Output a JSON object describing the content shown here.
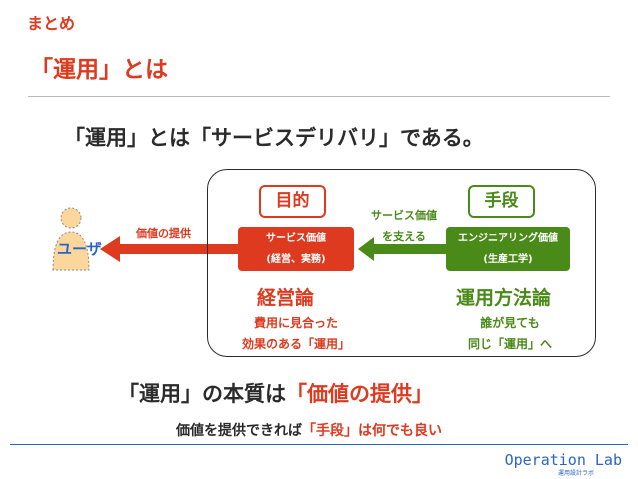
{
  "header": {
    "section": "まとめ",
    "title": "「運用」とは"
  },
  "headline": "「運用」とは「サービスデリバリ」である。",
  "diagram": {
    "purpose_tag": "目的",
    "means_tag": "手段",
    "service_value": {
      "line1": "サービス価値",
      "line2": "(経営、実務)"
    },
    "engineering_value": {
      "line1": "エンジニアリング価値",
      "line2": "(生産工学)"
    },
    "support_label": {
      "line1": "サービス価値",
      "line2": "を支える"
    },
    "provide_label": "価値の提供",
    "user_label": "ユーザ",
    "business": {
      "title": "経営論",
      "line1": "費用に見合った",
      "line2": "効果のある「運用」"
    },
    "methodology": {
      "title": "運用方法論",
      "line1": "誰が見ても",
      "line2": "同じ「運用」へ"
    }
  },
  "conclusion": {
    "part1": "「運用」の本質は",
    "part2": "「価値の提供」"
  },
  "sub_conclusion": {
    "part1": "価値を提供できれば",
    "part2": "「手段」は何でも良い"
  },
  "footer": {
    "brand": "Operation Lab",
    "brand_sub": "運用設計ラボ"
  },
  "colors": {
    "accent_red": "#dd3a1f",
    "accent_green": "#4a8a18",
    "accent_blue": "#2c64c4",
    "user_fill": "#fbd79c"
  }
}
